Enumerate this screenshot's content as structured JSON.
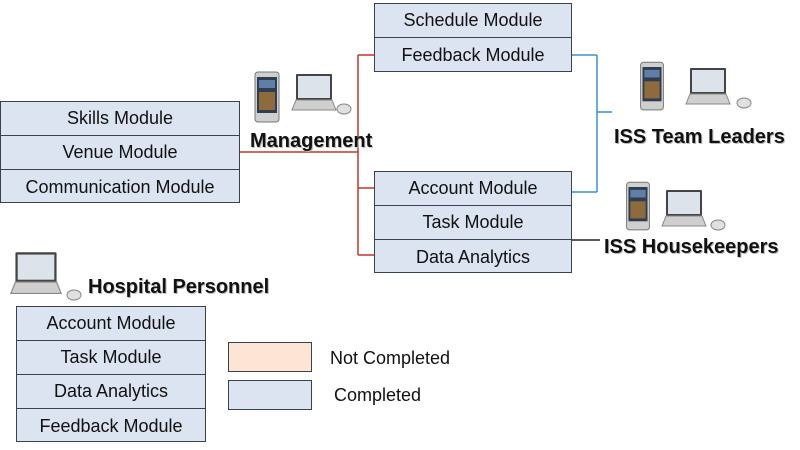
{
  "roles": {
    "management": "Management",
    "team_leaders": "ISS Team Leaders",
    "housekeepers": "ISS Housekeepers",
    "hospital_personnel": "Hospital Personnel"
  },
  "management_modules": [
    "Skills Module",
    "Venue Module",
    "Communication Module"
  ],
  "team_leader_modules": [
    "Schedule Module",
    "Feedback Module"
  ],
  "shared_modules": [
    "Account Module",
    "Task Module",
    "Data Analytics"
  ],
  "hospital_modules": [
    "Account Module",
    "Task Module",
    "Data Analytics",
    "Feedback Module"
  ],
  "legend": {
    "not_completed": "Not Completed",
    "completed": "Completed",
    "not_completed_color": "#fde4d4",
    "completed_color": "#dbe4f0"
  },
  "colors": {
    "management_connector": "#c0392b",
    "team_leader_connector": "#3b8fd0",
    "housekeeper_connector": "#222222"
  },
  "icons": [
    "smartphone-icon",
    "laptop-icon",
    "mouse-icon"
  ]
}
